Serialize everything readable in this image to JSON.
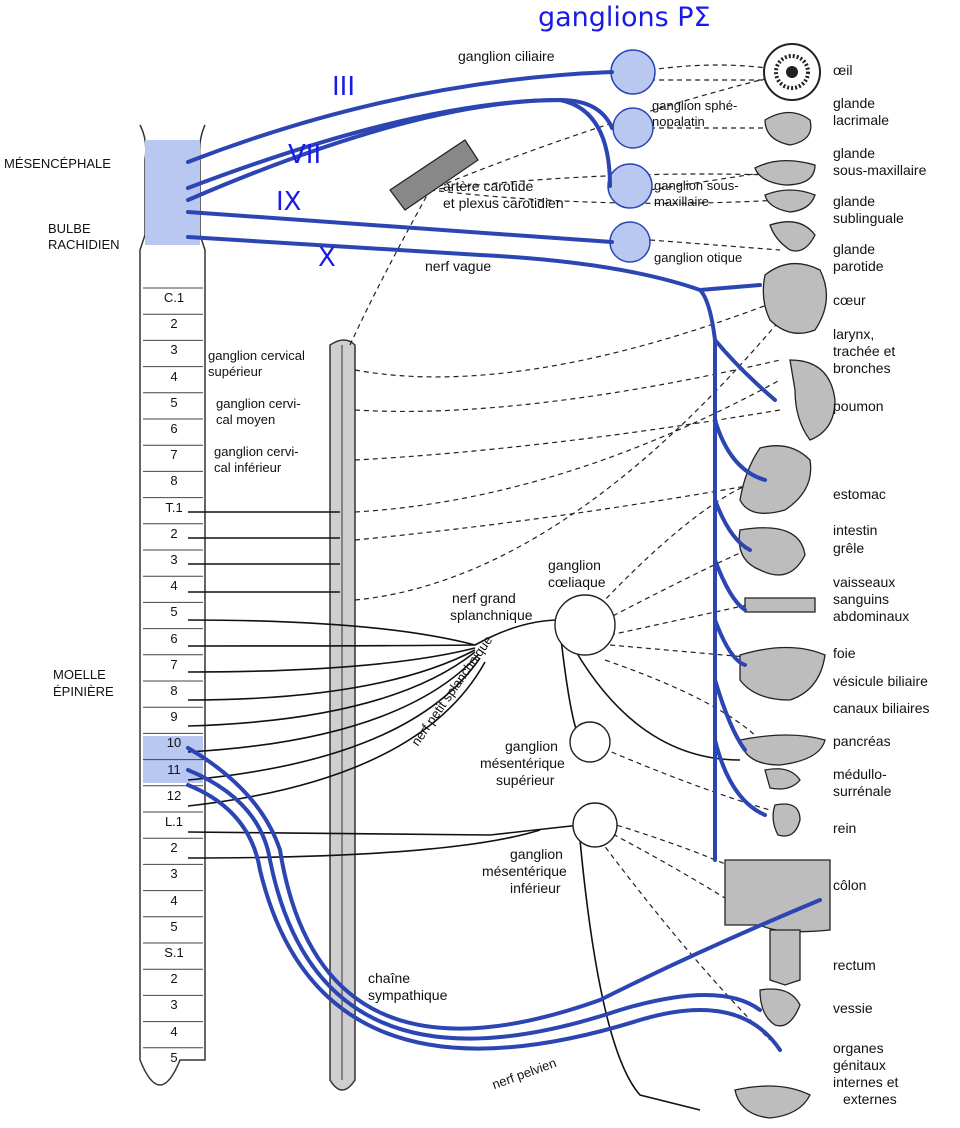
{
  "header": {
    "title": "ganglions PΣ"
  },
  "cranial_nerves": [
    "III",
    "VII",
    "IX",
    "X"
  ],
  "brain_labels": {
    "mesencephale": "MÉSENCÉPHALE",
    "bulbe_1": "BULBE",
    "bulbe_2": "RACHIDIEN",
    "moelle_1": "MOELLE",
    "moelle_2": "ÉPINIÈRE"
  },
  "spinal_segments": [
    "C.1",
    "2",
    "3",
    "4",
    "5",
    "6",
    "7",
    "8",
    "T.1",
    "2",
    "3",
    "4",
    "5",
    "6",
    "7",
    "8",
    "9",
    "10",
    "11",
    "12",
    "L.1",
    "2",
    "3",
    "4",
    "5",
    "S.1",
    "2",
    "3",
    "4",
    "5"
  ],
  "ganglia": {
    "ciliaire": "ganglion ciliaire",
    "spheno_1": "ganglion sphé-",
    "spheno_2": "nopalatin",
    "sous_max_1": "ganglion sous-",
    "sous_max_2": "maxillaire",
    "otique": "ganglion otique",
    "cervical_sup_1": "ganglion cervical",
    "cervical_sup_2": "supérieur",
    "cervical_moy_1": "ganglion cervi-",
    "cervical_moy_2": "cal moyen",
    "cervical_inf_1": "ganglion cervi-",
    "cervical_inf_2": "cal inférieur",
    "coeliaque_1": "ganglion",
    "coeliaque_2": "cœliaque",
    "mes_sup_1": "ganglion",
    "mes_sup_2": "mésentérique",
    "mes_sup_3": "supérieur",
    "mes_inf_1": "ganglion",
    "mes_inf_2": "mésentérique",
    "mes_inf_3": "inférieur"
  },
  "nerves": {
    "carotide_1": "artère carotide",
    "carotide_2": "et plexus carotidien",
    "vague": "nerf vague",
    "grand_splanch_1": "nerf grand",
    "grand_splanch_2": "splanchnique",
    "petit_splanch": "nerf petit splanchnique",
    "pelvien": "nerf pelvien",
    "chaine_1": "chaîne",
    "chaine_2": "sympathique"
  },
  "organs": [
    "œil",
    "glande",
    "lacrimale",
    "glande",
    "sous-maxillaire",
    "glande",
    "sublinguale",
    "glande",
    "parotide",
    "cœur",
    "larynx,",
    "trachée et",
    "bronches",
    "poumon",
    "estomac",
    "intestin",
    "grêle",
    "vaisseaux",
    "sanguins",
    "abdominaux",
    "foie",
    "vésicule biliaire",
    "canaux biliaires",
    "pancréas",
    "médullo-",
    "surrénale",
    "rein",
    "côlon",
    "rectum",
    "vessie",
    "organes",
    "génitaux",
    "internes et",
    "externes"
  ],
  "colors": {
    "parasympathetic": "#2b45b3",
    "highlight_fill": "#b8c8f0",
    "accent_text": "#1a1ae6"
  }
}
